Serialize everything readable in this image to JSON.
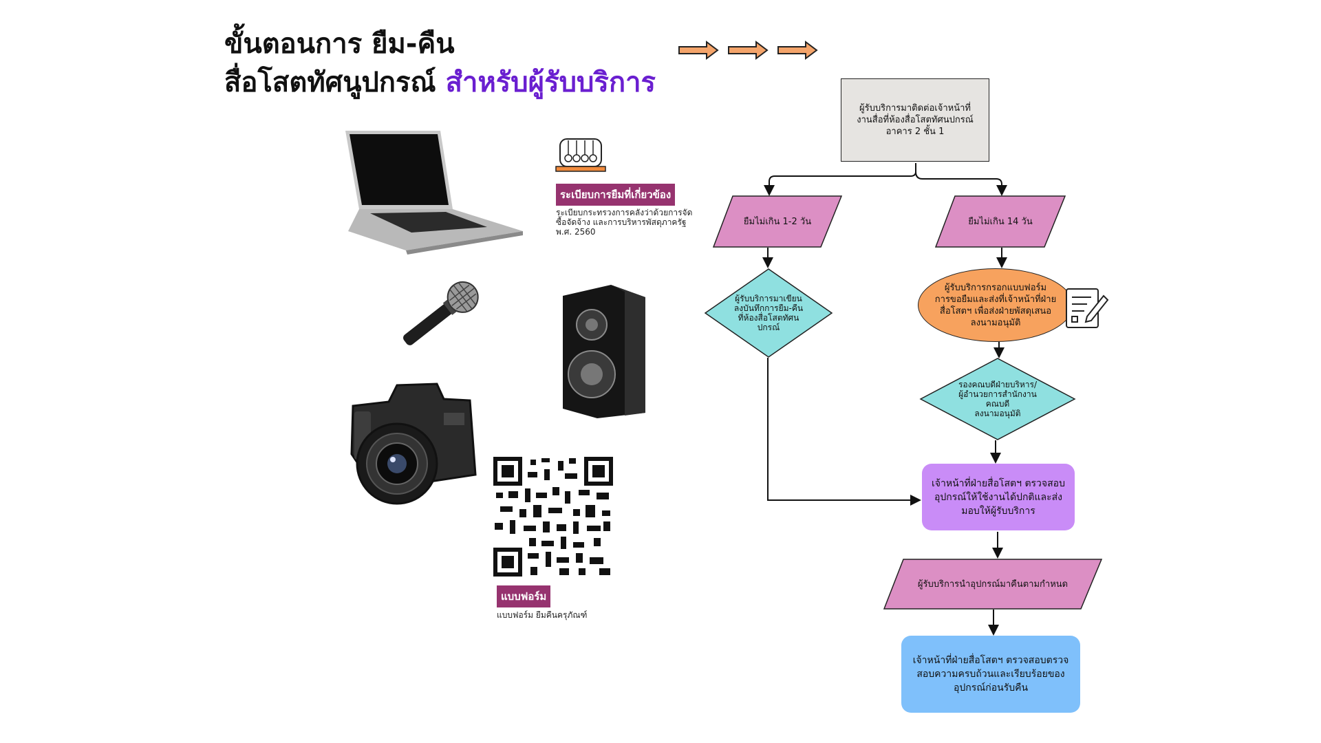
{
  "title": {
    "line1": "ขั้นตอนการ ยืม-คืน",
    "line2_a": "สื่อโสตทัศนูปกรณ์",
    "line2_b": "สำหรับผู้รับบริการ"
  },
  "colors": {
    "accent_purple": "#6a1fd0",
    "badge": "#96336f",
    "arrow": "#f4a46a",
    "box_gray": "#e6e4e1",
    "parallelogram_pink": "#dc8fc4",
    "diamond_cyan": "#8fe0e0",
    "oval_orange": "#f7a25e",
    "rect_violet": "#c98cf7",
    "rect_blue": "#7fc0fb"
  },
  "regulation": {
    "badge": "ระเบียบการยืมที่เกี่ยวข้อง",
    "lines": [
      "ระเบียบกระทรวงการคลังว่าด้วยการจัด",
      "ซื้อจัดจ้าง และการบริหารพัสดุภาครัฐ",
      "พ.ศ. 2560"
    ]
  },
  "form": {
    "badge": "แบบฟอร์ม",
    "caption": "แบบฟอร์ม ยืมคืนครุภัณฑ์"
  },
  "flow": {
    "start": [
      "ผู้รับบริการมาติดต่อเจ้าหน้าที่",
      "งานสื่อที่ห้องสื่อโสตทัศนปกรณ์",
      "อาคาร 2 ชั้น 1"
    ],
    "left_branch": "ยืมไม่เกิน 1-2 วัน",
    "right_branch": "ยืมไม่เกิน 14 วัน",
    "left_diamond": [
      "ผู้รับบริการมาเขียน",
      "ลงบันทึกการยืม-คืน",
      "ที่ห้องสื่อโสตทัศน",
      "ปกรณ์"
    ],
    "orange_oval": [
      "ผู้รับบริการกรอกแบบฟอร์ม",
      "การขอยืมและส่งที่เจ้าหน้าที่ฝ่าย",
      "สื่อโสตฯ เพื่อส่งฝ่ายพัสดุเสนอ",
      "ลงนามอนุมัติ"
    ],
    "approve_diamond": [
      "รองคณบดีฝ่ายบริหาร/",
      "ผู้อำนวยการสำนักงาน",
      "คณบดี",
      "ลงนามอนุมัติ"
    ],
    "check_box": [
      "เจ้าหน้าที่ฝ่ายสื่อโสตฯ ตรวจสอบ",
      "อุปกรณ์ให้ใช้งานได้ปกติและส่ง",
      "มอบให้ผู้รับบริการ"
    ],
    "return_para": "ผู้รับบริการนำอุปกรณ์มาคืนตามกำหนด",
    "final_box": [
      "เจ้าหน้าที่ฝ่ายสื่อโสตฯ ตรวจสอบตรวจ",
      "สอบความครบถ้วนและเรียบร้อยของ",
      "อุปกรณ์ก่อนรับคืน"
    ]
  },
  "icons": [
    "arrow-right-icon",
    "laptop-icon",
    "newtons-cradle-icon",
    "microphone-icon",
    "speaker-icon",
    "camera-icon",
    "qr-code-icon",
    "form-document-icon"
  ]
}
